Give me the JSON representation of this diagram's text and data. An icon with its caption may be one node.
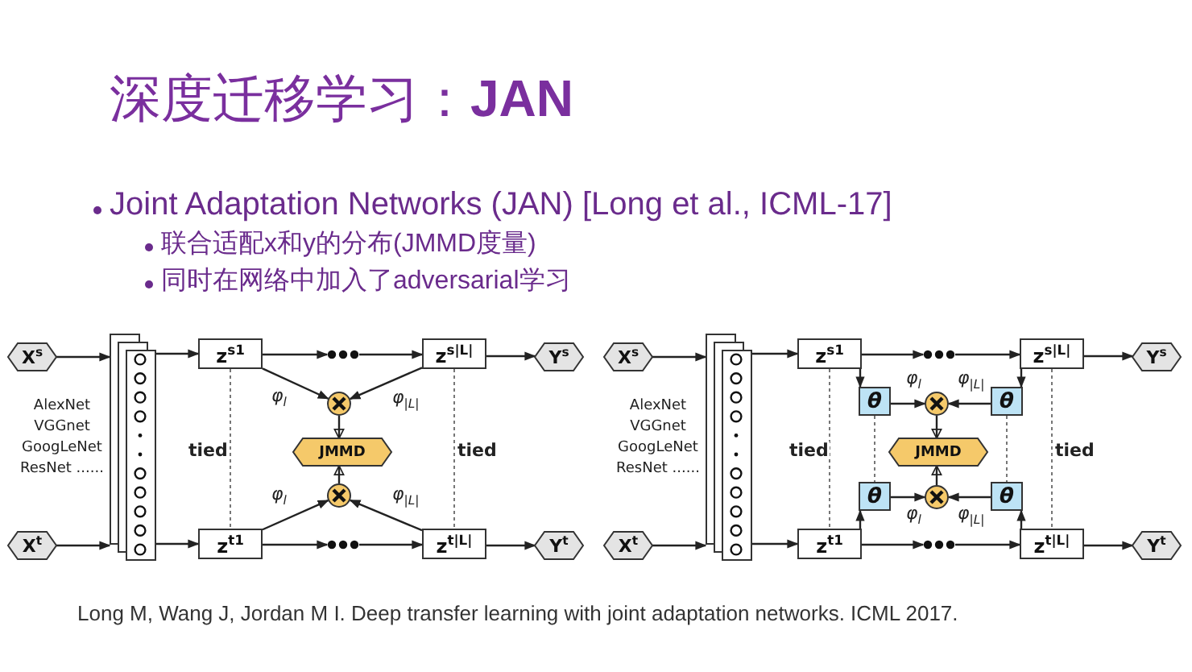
{
  "diagram": {
    "title": "深度迁移学习：**JAN**",
    "nodes": [
      {
        "text": [
          "X$^{s}$"
        ]
      },
      {
        "text": [],
        "shape": "box",
        "beside": [
          "AlexNet VGGnet GoogLeNet ResNet ......"
        ]
      },
      {
        "text": [
          "z$^{s1}$"
        ]
      },
      {
        "text": [],
        "shape": "dots"
      },
      {
        "text": [
          "z$^{s|L|}$"
        ]
      },
      {
        "text": [
          "Y$^{s}$"
        ]
      },
      {
        "text": [
          "X$^{t}$"
        ]
      },
      {
        "text": [
          "z$^{t1}$"
        ]
      },
      {
        "text": [],
        "shape": "dots"
      },
      {
        "text": [
          "z$^{t|L|}$"
        ]
      },
      {
        "text": [
          "Y$^{t}$"
        ]
      },
      {
        "text": [],
        "shape": "circle"
      },
      {
        "text": [
          "JMMD"
        ]
      },
      {
        "text": [],
        "shape": "circle"
      },
      {
        "text": [
          "X$^{s}$"
        ]
      },
      {
        "text": [],
        "shape": "box",
        "beside": [
          "AlexNet VGGnet GoogLeNet ResNet ......"
        ]
      },
      {
        "text": [
          "z$^{s1}$"
        ]
      },
      {
        "text": [],
        "shape": "dots"
      },
      {
        "text": [
          "z$^{s|L|}$"
        ]
      },
      {
        "text": [
          "Y$^{s}$"
        ]
      },
      {
        "text": [
          "X$^{t}$"
        ]
      },
      {
        "text": [
          "z$^{t1}$"
        ]
      },
      {
        "text": [],
        "shape": "dots"
      },
      {
        "text": [
          "z$^{t|L|}$"
        ]
      },
      {
        "text": [
          "Y$^{t}$"
        ]
      },
      {
        "text": [
          "θ"
        ]
      },
      {
        "text": [
          "θ"
        ]
      },
      {
        "text": [
          "θ"
        ]
      },
      {
        "text": [
          "θ"
        ]
      },
      {
        "text": [],
        "shape": "circle"
      },
      {
        "text": [
          "JMMD"
        ]
      },
      {
        "text": [],
        "shape": "circle"
      }
    ],
    "edges": [
      {
        "from": 0,
        "to": 1,
        "arrow": "to"
      },
      {
        "from": 1,
        "to": 2,
        "arrow": "to"
      },
      {
        "from": 2,
        "to": 3,
        "arrow": "to"
      },
      {
        "from": 3,
        "to": 4,
        "arrow": "to"
      },
      {
        "from": 4,
        "to": 5,
        "arrow": "to"
      },
      {
        "from": 6,
        "to": 1,
        "arrow": "to"
      },
      {
        "from": 1,
        "to": 7,
        "arrow": "to"
      },
      {
        "from": 7,
        "to": 8,
        "arrow": "to"
      },
      {
        "from": 8,
        "to": 9,
        "arrow": "to"
      },
      {
        "from": 9,
        "to": 10,
        "arrow": "to"
      },
      {
        "from": 2,
        "to": 11,
        "arrow": "to",
        "label": "φ$_{l}$"
      },
      {
        "from": 4,
        "to": 11,
        "arrow": "to",
        "label": "φ$_{|L|}$"
      },
      {
        "from": 11,
        "to": 12,
        "arrow": "to"
      },
      {
        "from": 13,
        "to": 12,
        "arrow": "to"
      },
      {
        "from": 7,
        "to": 13,
        "arrow": "to",
        "label": "φ$_{l}$"
      },
      {
        "from": 9,
        "to": 13,
        "arrow": "to",
        "label": "φ$_{|L|}$"
      },
      {
        "from": 2,
        "to": 7,
        "arrow": "none",
        "style": "dashed",
        "label": "tied"
      },
      {
        "from": 4,
        "to": 9,
        "arrow": "none",
        "style": "dashed",
        "label": "tied"
      },
      {
        "from": 14,
        "to": 15,
        "arrow": "to"
      },
      {
        "from": 15,
        "to": 16,
        "arrow": "to"
      },
      {
        "from": 16,
        "to": 17,
        "arrow": "to"
      },
      {
        "from": 17,
        "to": 18,
        "arrow": "to"
      },
      {
        "from": 18,
        "to": 19,
        "arrow": "to"
      },
      {
        "from": 20,
        "to": 15,
        "arrow": "to"
      },
      {
        "from": 15,
        "to": 21,
        "arrow": "to"
      },
      {
        "from": 21,
        "to": 22,
        "arrow": "to"
      },
      {
        "from": 22,
        "to": 23,
        "arrow": "to"
      },
      {
        "from": 23,
        "to": 24,
        "arrow": "to"
      },
      {
        "from": 16,
        "to": 25,
        "arrow": "to"
      },
      {
        "from": 18,
        "to": 26,
        "arrow": "to"
      },
      {
        "from": 25,
        "to": 29,
        "arrow": "to",
        "label": "φ$_{l}$"
      },
      {
        "from": 26,
        "to": 29,
        "arrow": "to",
        "label": "φ$_{|L|}$"
      },
      {
        "from": 29,
        "to": 30,
        "arrow": "to"
      },
      {
        "from": 31,
        "to": 30,
        "arrow": "to"
      },
      {
        "from": 21,
        "to": 27,
        "arrow": "to"
      },
      {
        "from": 23,
        "to": 28,
        "arrow": "to"
      },
      {
        "from": 27,
        "to": 31,
        "arrow": "to",
        "label": "φ$_{l}$"
      },
      {
        "from": 28,
        "to": 31,
        "arrow": "to",
        "label": "φ$_{|L|}$"
      },
      {
        "from": 16,
        "to": 21,
        "arrow": "none",
        "style": "dashed",
        "label": "tied"
      },
      {
        "from": 18,
        "to": 23,
        "arrow": "none",
        "style": "dashed",
        "label": "tied"
      },
      {
        "from": 25,
        "to": 27,
        "arrow": "none",
        "style": "dashed"
      },
      {
        "from": 26,
        "to": 28,
        "arrow": "none",
        "style": "dashed"
      }
    ],
    "labels": [
      "Joint Adaptation Networks (JAN) [Long et al., ICML-17]",
      "联合适配x和y的分布(JMMD度量)",
      "同时在网络中加入了adversarial学习",
      "Long M, Wang J, Jordan M I. Deep transfer learning with joint adaptation networks. ICML 2017."
    ]
  }
}
